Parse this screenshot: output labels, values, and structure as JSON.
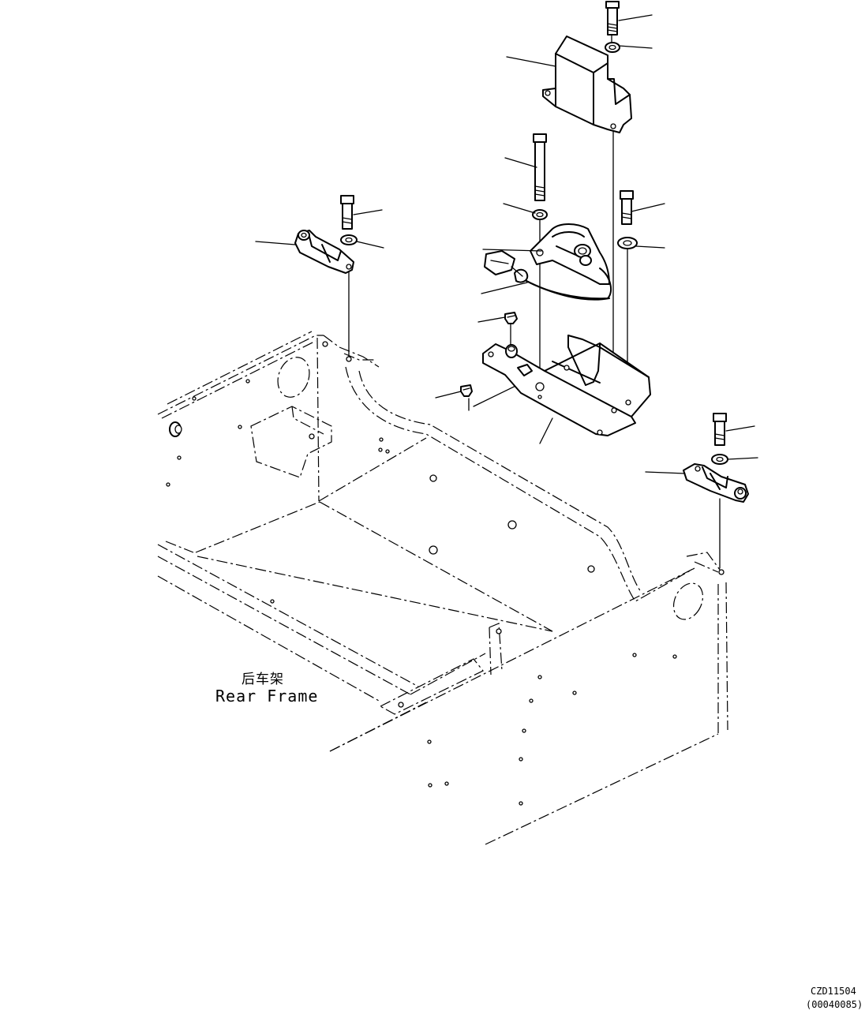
{
  "frame_label": {
    "chinese": "后车架",
    "english": "Rear Frame"
  },
  "drawing_code": "CZD11504",
  "drawing_ref": "(00040085)"
}
